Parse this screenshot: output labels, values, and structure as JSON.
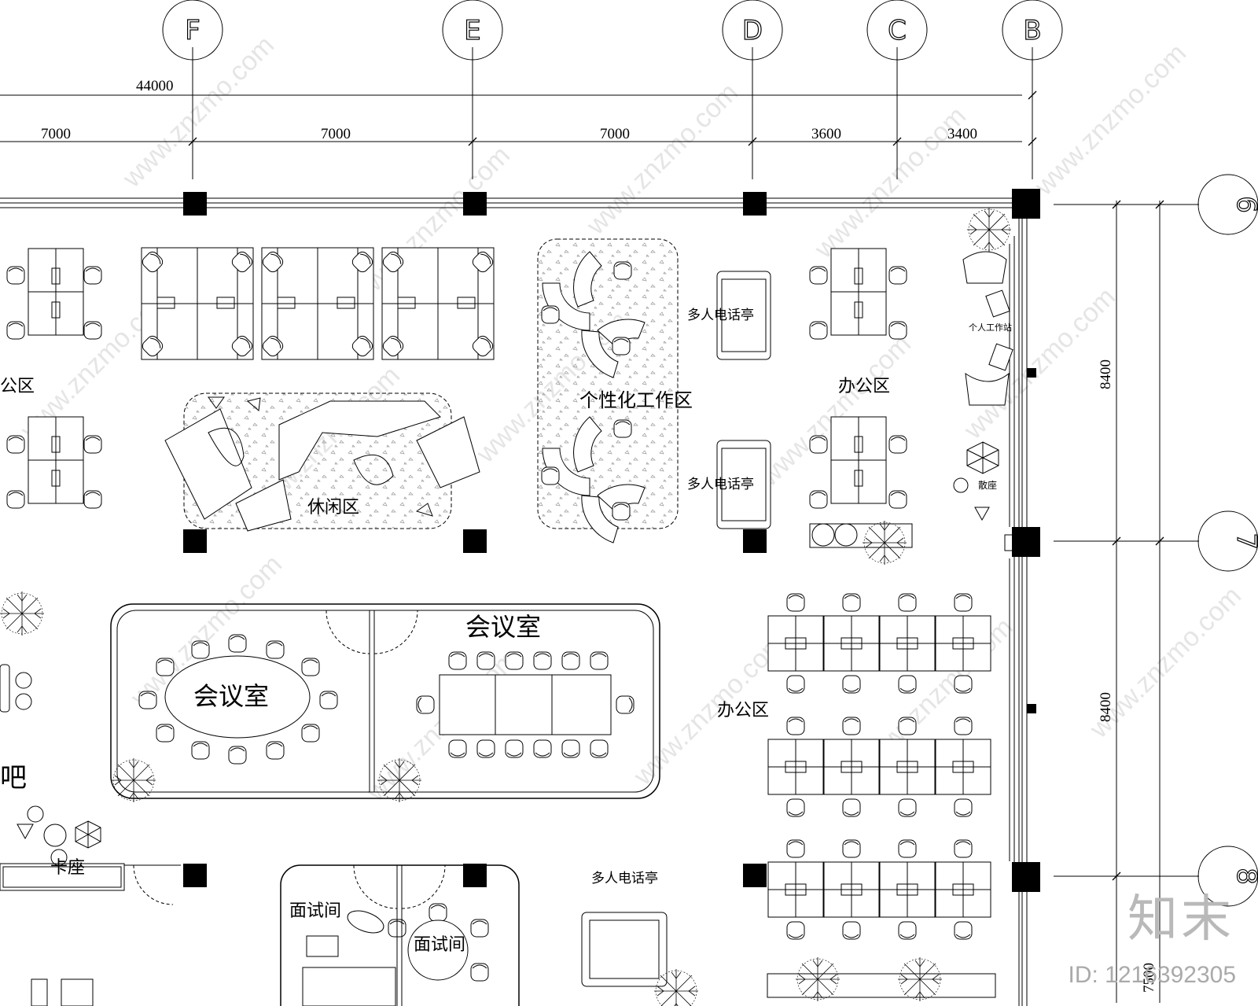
{
  "grid_axes": {
    "top": [
      "F",
      "E",
      "D",
      "C",
      "B"
    ],
    "right": [
      "6",
      "7",
      "8"
    ]
  },
  "dimensions": {
    "overall": "44000",
    "spans": [
      "7000",
      "7000",
      "7000",
      "3600",
      "3400"
    ],
    "right_spans": [
      "8400",
      "8400",
      "7500"
    ]
  },
  "rooms": {
    "office_left_partial": "公区",
    "lounge": "休闲区",
    "personal_work": "个性化工作区",
    "phone_booth_1": "多人电话亭",
    "phone_booth_2": "多人电话亭",
    "phone_booth_3": "多人电话亭",
    "office_right_top": "办公区",
    "office_right_mid": "办公区",
    "individual_station": "个人工作站",
    "casual_seating": "散座",
    "meeting_oval": "会议室",
    "meeting_rect": "会议室",
    "bar_partial": "吧",
    "booth": "卡座",
    "interview_1": "面试间",
    "interview_2": "面试间"
  },
  "watermark": "www.znzmo.com",
  "brand": {
    "name": "知末",
    "id": "ID: 1216392305"
  },
  "colors": {
    "line": "#000000",
    "column": "#000000",
    "hatch": "#9a9a9a"
  }
}
